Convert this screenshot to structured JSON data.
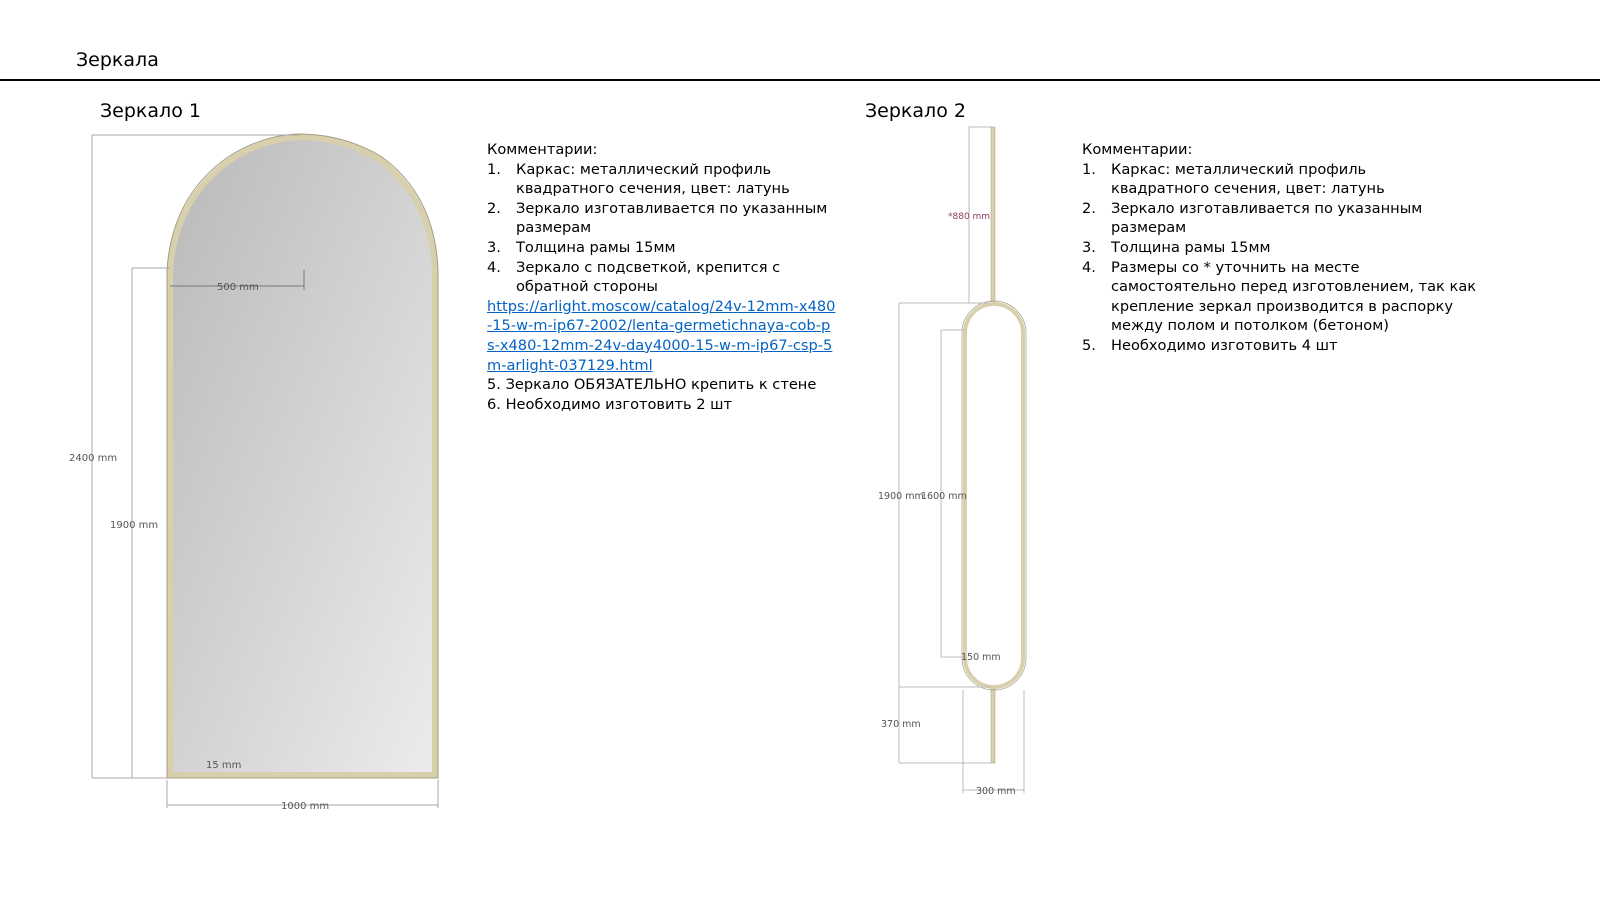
{
  "page_title": "Зеркала",
  "mirror1": {
    "title": "Зеркало 1",
    "dims": {
      "width": "1000 mm",
      "height": "2400 mm",
      "side_height": "1900 mm",
      "radius": "500 mm",
      "frame": "15 mm"
    },
    "comments_label": "Комментарии:",
    "items": [
      {
        "num": "1.",
        "text": "Каркас: металлический профиль квадратного сечения, цвет: латунь"
      },
      {
        "num": "2.",
        "text": "Зеркало изготавливается по указанным размерам"
      },
      {
        "num": "3.",
        "text": "Толщина рамы 15мм"
      },
      {
        "num": "4.",
        "text": "Зеркало с подсветкой, крепится с обратной стороны"
      }
    ],
    "link": "https://arlight.moscow/catalog/24v-12mm-x480-15-w-m-ip67-2002/lenta-germetichnaya-cob-ps-x480-12mm-24v-day4000-15-w-m-ip67-csp-5m-arlight-037129.html",
    "extra": [
      "5. Зеркало ОБЯЗАТЕЛЬНО крепить к стене",
      "6. Необходимо изготовить 2 шт"
    ]
  },
  "mirror2": {
    "title": "Зеркало 2",
    "dims": {
      "top_rod": "*880 mm",
      "outer_height": "1900 mm",
      "inner_height": "1600 mm",
      "radius": "150 mm",
      "bottom_rod": "370 mm",
      "width": "300 mm"
    },
    "comments_label": "Комментарии:",
    "items": [
      {
        "num": "1.",
        "text": "Каркас: металлический профиль квадратного сечения, цвет: латунь"
      },
      {
        "num": "2.",
        "text": "Зеркало изготавливается по указанным размерам"
      },
      {
        "num": "3.",
        "text": "Толщина рамы 15мм"
      },
      {
        "num": "4.",
        "text": "Размеры со * уточнить на месте самостоятельно перед изготовлением, так как крепление зеркал производится в распорку между полом и потолком (бетоном)"
      },
      {
        "num": "5.",
        "text": "Необходимо изготовить 4 шт"
      }
    ]
  },
  "colors": {
    "frame": "#d8d0ac",
    "frame_edge": "#a39c80",
    "link": "#0563c1",
    "dim_highlight": "#8b3a62"
  }
}
